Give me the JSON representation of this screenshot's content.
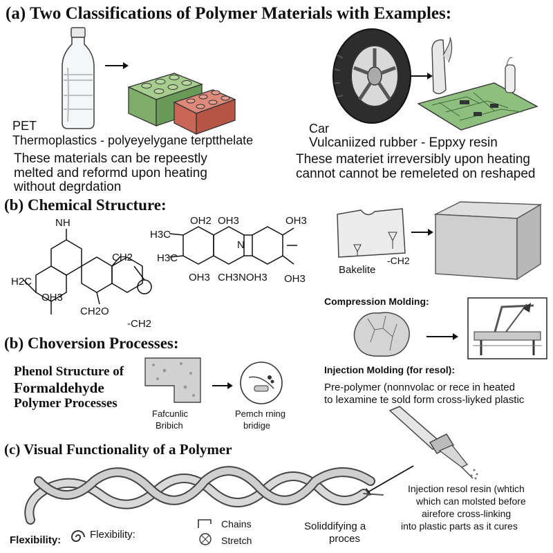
{
  "section_a": {
    "heading": "(a) Two Classifications of Polymer Materials with Examples:",
    "thermoplastic": {
      "example": "PET",
      "type_line": "Thermoplastics - polyeyelygane terptthelate",
      "desc_1": "These materials can be repeestly",
      "desc_2": "melted and reformd upon heating",
      "desc_3": "without degrdation"
    },
    "thermoset": {
      "example": "Car",
      "type_line": "Vulcaniized rubber - Eppxy resin",
      "desc_1": "These materiet irreversibly upon heating",
      "desc_2": "cannot cannot be remeleted on reshaped"
    }
  },
  "section_b": {
    "heading": "(b) Chemical Structure:",
    "struct1": {
      "nh": "NH",
      "h2c": "H2C",
      "oh3": "OH3",
      "ch2o": "CH2O",
      "ch2_side": "CH2",
      "ch2_bottom": "-CH2"
    },
    "struct2": {
      "oh2": "OH2",
      "oh3_a": "OH3",
      "oh3_b": "OH3",
      "h3c_a": "H3C",
      "h3c_b": "H3C",
      "oh3_c": "OH3",
      "ch3": "CH3",
      "noh3": "NOH3",
      "oh3_d": "OH3",
      "n": "N"
    },
    "bakelite": {
      "label": "Bakelite",
      "ch2": "-CH2"
    }
  },
  "section_b2": {
    "heading": "(b) Choversion Processes:",
    "phenol_title_1": "Phenol Structure of",
    "phenol_title_2": "Formaldehyde",
    "phenol_title_3": "Polymer Processes",
    "box_caption_1": "Fafcunlic",
    "box_caption_2": "Bribich",
    "circle_caption_1": "Pemch rning",
    "circle_caption_2": "bridige"
  },
  "processes": {
    "compression_heading": "Compression Molding:",
    "injection_heading": "Injection Molding (for resol):",
    "injection_desc_1": "Pre-polymer (nonnvolac or rece in heated",
    "injection_desc_2": "to lexamine te sold form cross-liyked plastic",
    "resin_1": "Injection resol resin (whtich",
    "resin_2": "which can molsted before",
    "resin_3": "airefore cross-linking",
    "resin_4": "into plastic parts as it cures"
  },
  "section_c": {
    "heading": "(c) Visual Functionality of a Polymer",
    "flex_1": "Flexibility:",
    "flex_2": "Flexibility:",
    "chains": "Chains",
    "stretch": "Stretch",
    "solid_1": "Soliddifying a",
    "solid_2": "proces"
  },
  "colors": {
    "lego_green": "#7fae6a",
    "lego_red": "#c96656",
    "circuit_green": "#8fbf7f",
    "stone_gray": "#cfcfcf"
  },
  "icons": [
    "bottle-icon",
    "lego-bricks-icon",
    "tire-icon",
    "circuit-board-icon",
    "stone-block-icon",
    "syringe-icon",
    "molding-press-icon",
    "polymer-chain-icon"
  ]
}
